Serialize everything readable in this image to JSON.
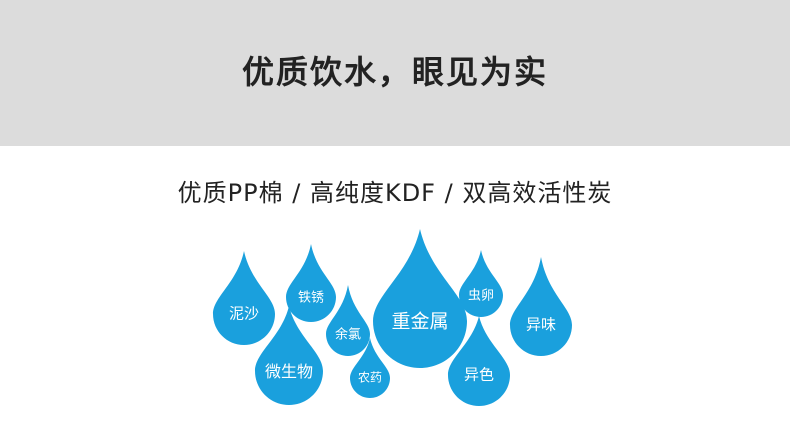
{
  "headline": "优质饮水，眼见为实",
  "subline": "优质PP棉 / 高纯度KDF / 双高效活性炭",
  "colors": {
    "header_bg": "#dcdcdc",
    "drop": "#1aa0dd",
    "text": "#222222"
  },
  "drops": [
    {
      "label": "泥沙"
    },
    {
      "label": "铁锈"
    },
    {
      "label": "余氯"
    },
    {
      "label": "重金属"
    },
    {
      "label": "虫卵"
    },
    {
      "label": "异味"
    },
    {
      "label": "微生物"
    },
    {
      "label": "农药"
    },
    {
      "label": "异色"
    }
  ]
}
